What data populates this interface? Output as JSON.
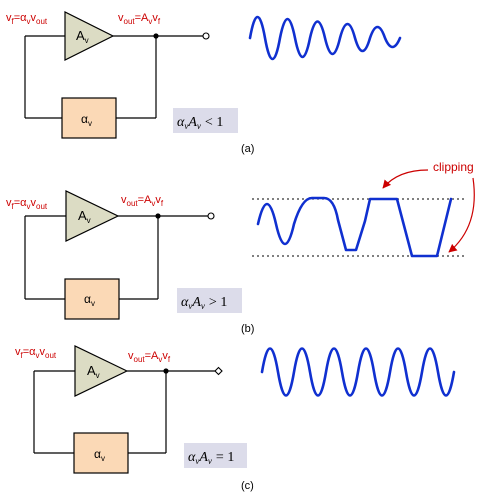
{
  "colors": {
    "amp_fill": "#dcdcc4",
    "beta_fill": "#fbd9b6",
    "cond_bg": "#dcdcea",
    "red_text": "#cc0000",
    "wave": "#1030d0",
    "wire": "#000000"
  },
  "panels": [
    {
      "id": "a",
      "caption": "(a)",
      "input_label": {
        "v": "v",
        "f": "f",
        "eq": "=α",
        "v2": "v",
        "vsub": "v",
        "out": "out"
      },
      "amp_label": {
        "main": "A",
        "sub": "v"
      },
      "output_label": {
        "main": "v",
        "out": "out",
        "eq": "=A",
        "v": "v",
        "v2": "v",
        "f": "f"
      },
      "beta_label": {
        "main": "α",
        "sub": "v"
      },
      "condition": {
        "a1": "α",
        "s1": "v",
        "a2": "A",
        "s2": "v",
        "rel": "< 1"
      }
    },
    {
      "id": "b",
      "caption": "(b)",
      "input_label": {
        "v": "v",
        "f": "f",
        "eq": "=α",
        "v2": "v",
        "vsub": "v",
        "out": "out"
      },
      "amp_label": {
        "main": "A",
        "sub": "v"
      },
      "output_label": {
        "main": "v",
        "out": "out",
        "eq": "=A",
        "v": "v",
        "v2": "v",
        "f": "f"
      },
      "beta_label": {
        "main": "α",
        "sub": "v"
      },
      "condition": {
        "a1": "α",
        "s1": "v",
        "a2": "A",
        "s2": "v",
        "rel": "> 1"
      },
      "annotation": "clipping"
    },
    {
      "id": "c",
      "caption": "(c)",
      "input_label": {
        "v": "v",
        "f": "f",
        "eq": "=α",
        "v2": "v",
        "vsub": "v",
        "out": "out"
      },
      "amp_label": {
        "main": "A",
        "sub": "v"
      },
      "output_label": {
        "main": "v",
        "out": "out",
        "eq": "=A",
        "v": "v",
        "v2": "v",
        "f": "f"
      },
      "beta_label": {
        "main": "α",
        "sub": "v"
      },
      "condition": {
        "a1": "α",
        "s1": "v",
        "a2": "A",
        "s2": "v",
        "rel": "= 1"
      }
    }
  ]
}
